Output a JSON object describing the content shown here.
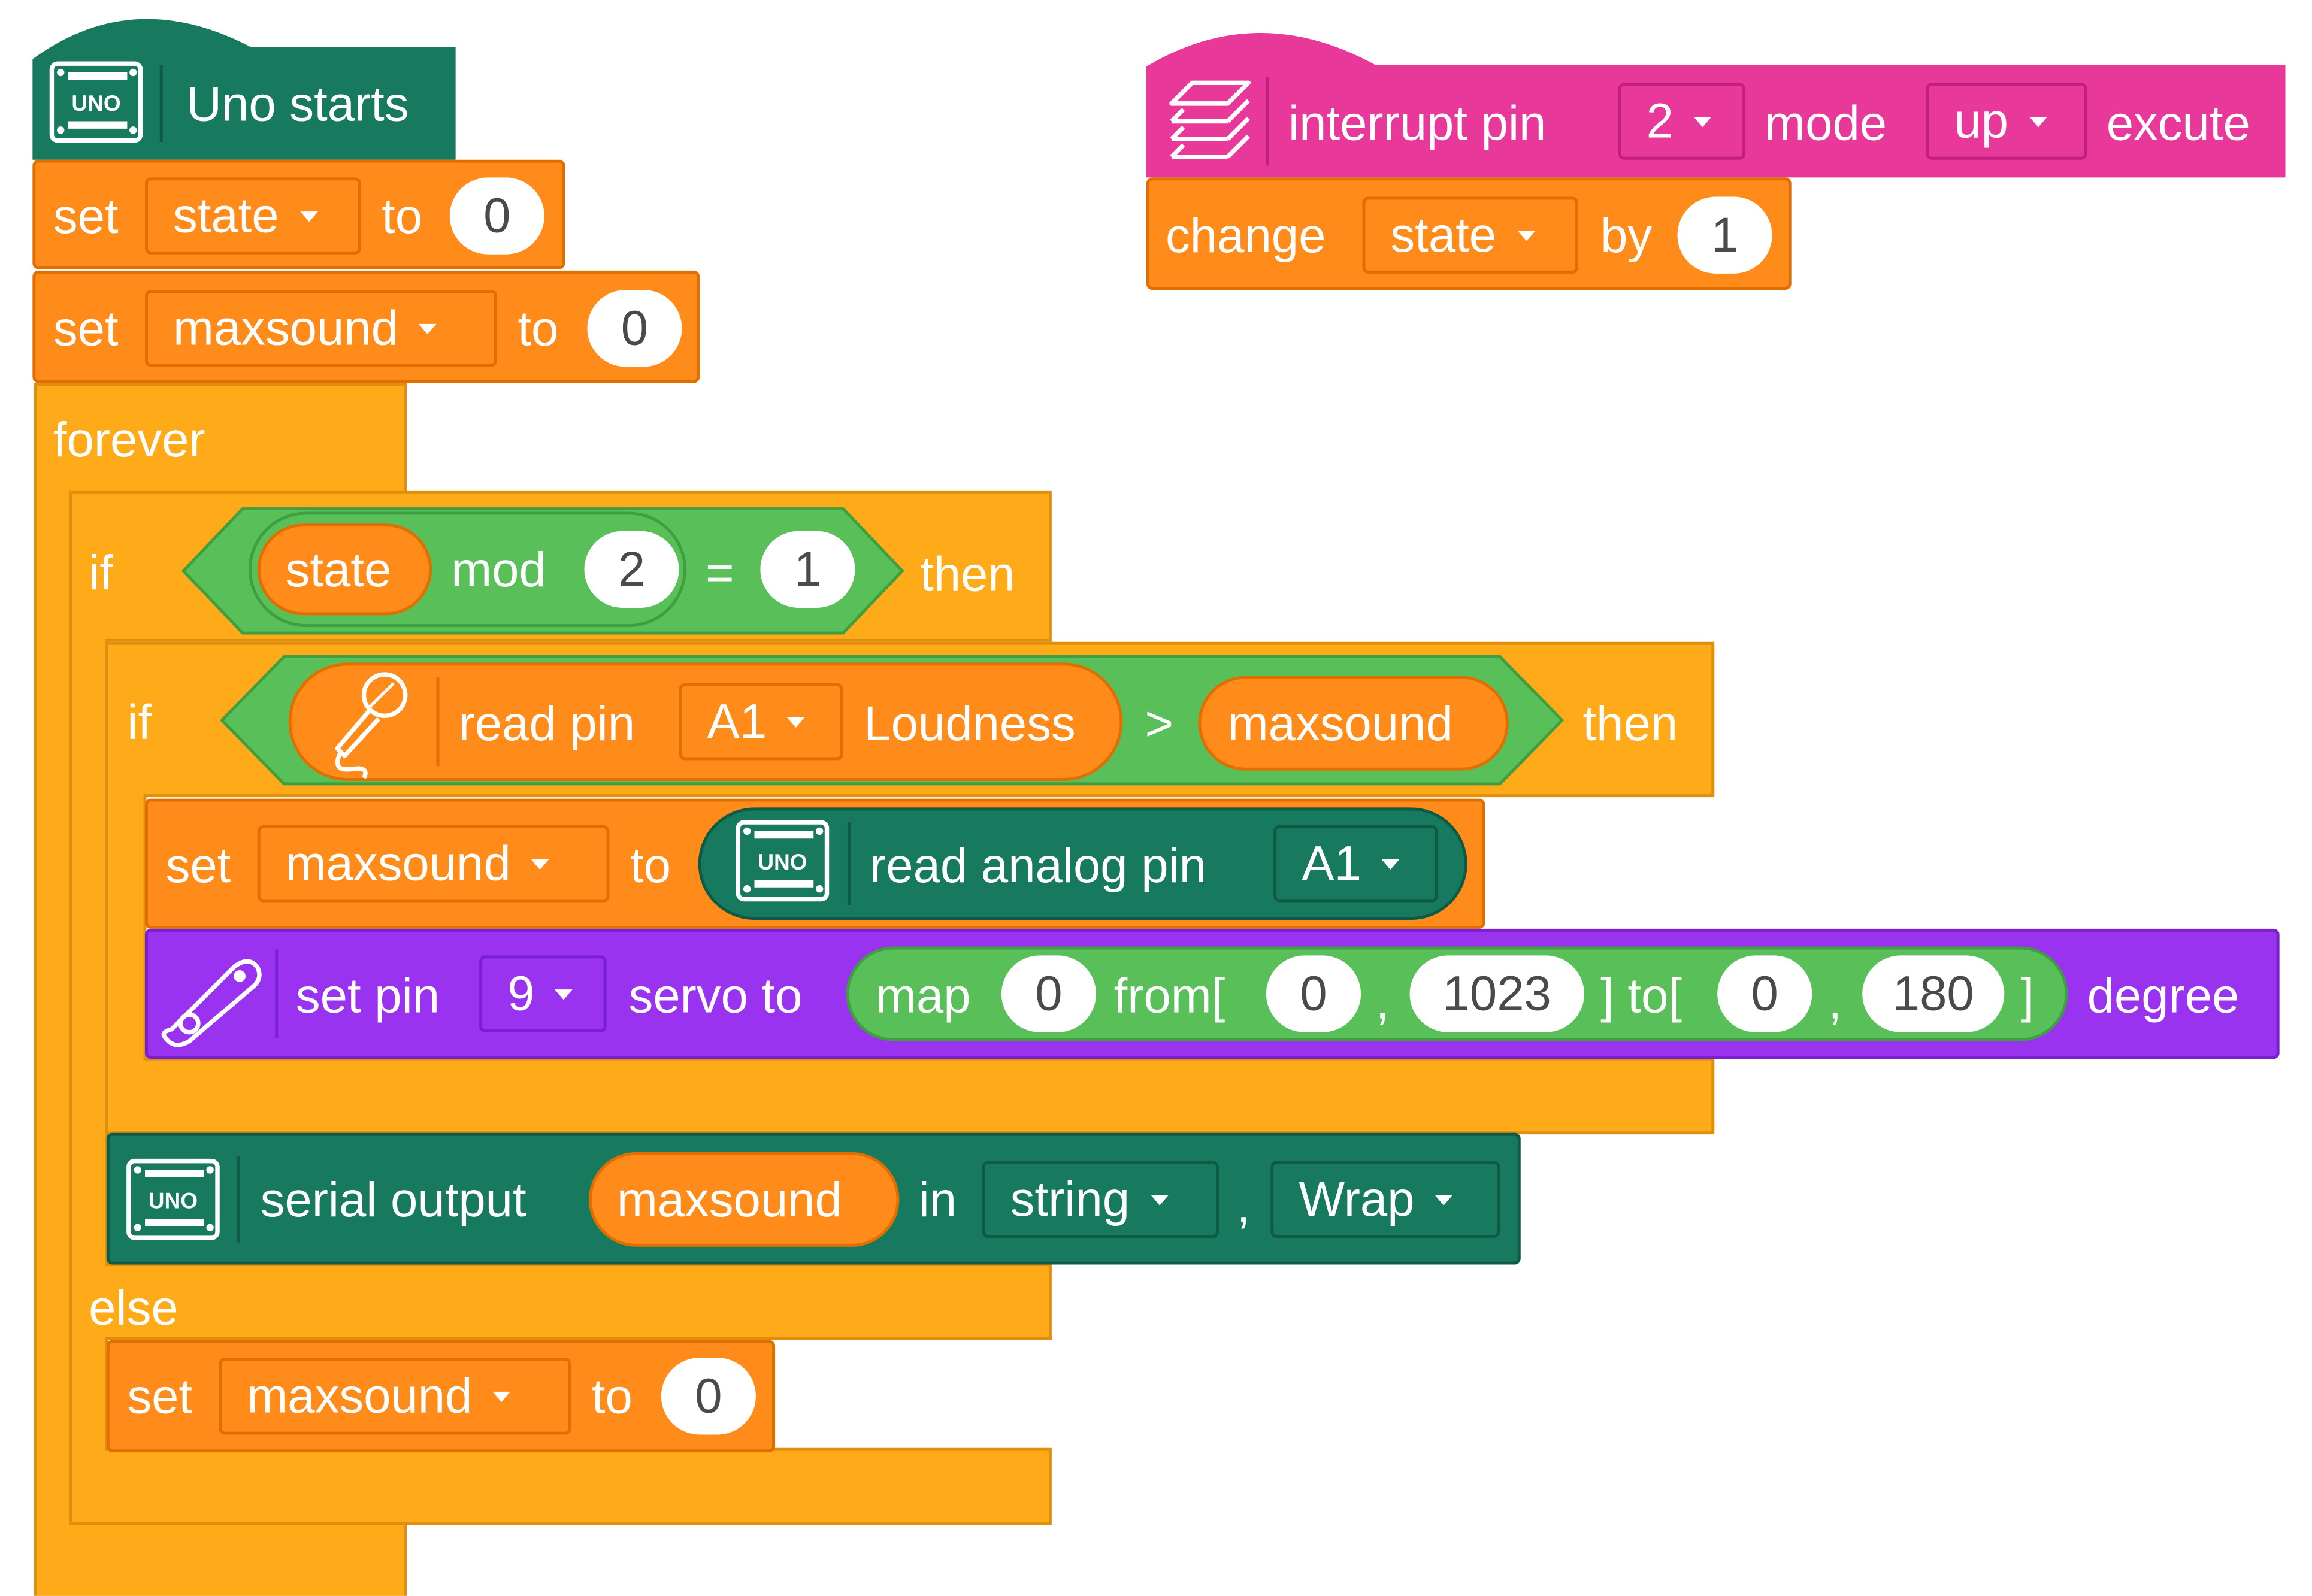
{
  "colors": {
    "control": "#ffab19",
    "variables": "#ff8c1a",
    "operators": "#59c059",
    "uno": "#177a5e",
    "interrupt": "#e8399a",
    "servo": "#9a33f0"
  },
  "icons": {
    "board": "uno-board-icon",
    "layers": "layers-icon",
    "microphone": "microphone-icon",
    "servo": "servo-horn-icon"
  },
  "hat_uno": {
    "board_label": "UNO",
    "label": "Uno starts"
  },
  "set1": {
    "kw_set": "set",
    "var": "state",
    "kw_to": "to",
    "value": "0"
  },
  "set2": {
    "kw_set": "set",
    "var": "maxsound",
    "kw_to": "to",
    "value": "0"
  },
  "forever": {
    "label": "forever"
  },
  "if_outer": {
    "kw_if": "if",
    "var": "state",
    "kw_mod": "mod",
    "divisor": "2",
    "op_eq": "=",
    "target": "1",
    "kw_then": "then",
    "kw_else": "else"
  },
  "if_inner": {
    "kw_if": "if",
    "kw_read_pin": "read pin",
    "pin": "A1",
    "kw_loudness": "Loudness",
    "op_gt": ">",
    "var": "maxsound",
    "kw_then": "then"
  },
  "set3": {
    "kw_set": "set",
    "var": "maxsound",
    "kw_to": "to",
    "board_label": "UNO",
    "kw_read_analog": "read analog pin",
    "pin": "A1"
  },
  "servo": {
    "kw_set_pin": "set pin",
    "pin": "9",
    "kw_servo_to": "servo to",
    "kw_map": "map",
    "value": "0",
    "kw_from": "from[",
    "from_low": "0",
    "comma1": ",",
    "from_high": "1023",
    "kw_to": "] to[",
    "to_low": "0",
    "comma2": ",",
    "to_high": "180",
    "close": "]",
    "kw_degree": "degree"
  },
  "serial": {
    "board_label": "UNO",
    "kw_serial": "serial output",
    "var": "maxsound",
    "kw_in": "in",
    "format": "string",
    "comma": ",",
    "wrap": "Wrap"
  },
  "set4": {
    "kw_set": "set",
    "var": "maxsound",
    "kw_to": "to",
    "value": "0"
  },
  "interrupt": {
    "kw_interrupt": "interrupt pin",
    "pin": "2",
    "kw_mode": "mode",
    "mode": "up",
    "kw_execute": "excute"
  },
  "change": {
    "kw_change": "change",
    "var": "state",
    "kw_by": "by",
    "value": "1"
  }
}
